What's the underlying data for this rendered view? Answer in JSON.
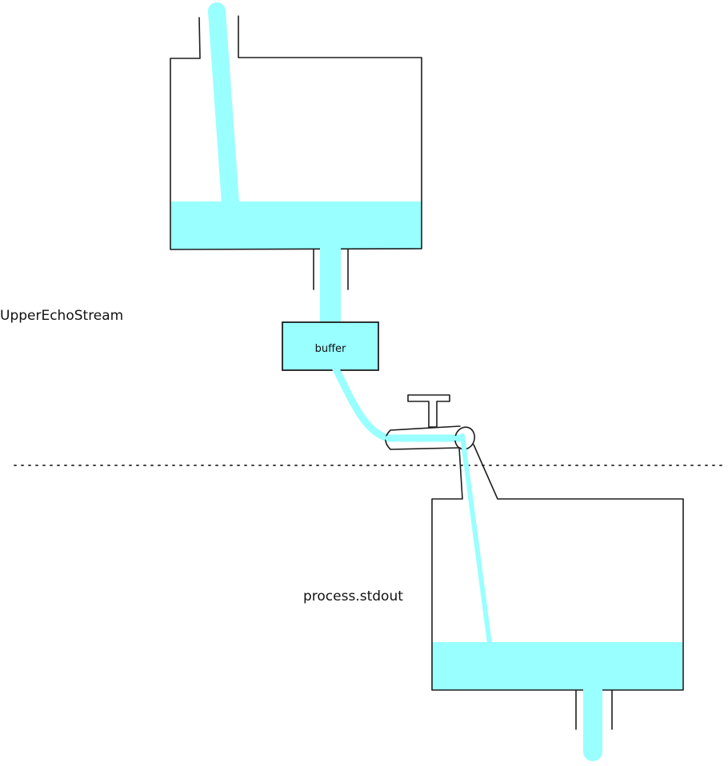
{
  "labels": {
    "upper_stream": "UpperEchoStream",
    "buffer": "buffer",
    "stdout": "process.stdout"
  },
  "colors": {
    "fluid": "#99ffff",
    "ink": "#1e1e1e",
    "boundary": "#444444"
  }
}
